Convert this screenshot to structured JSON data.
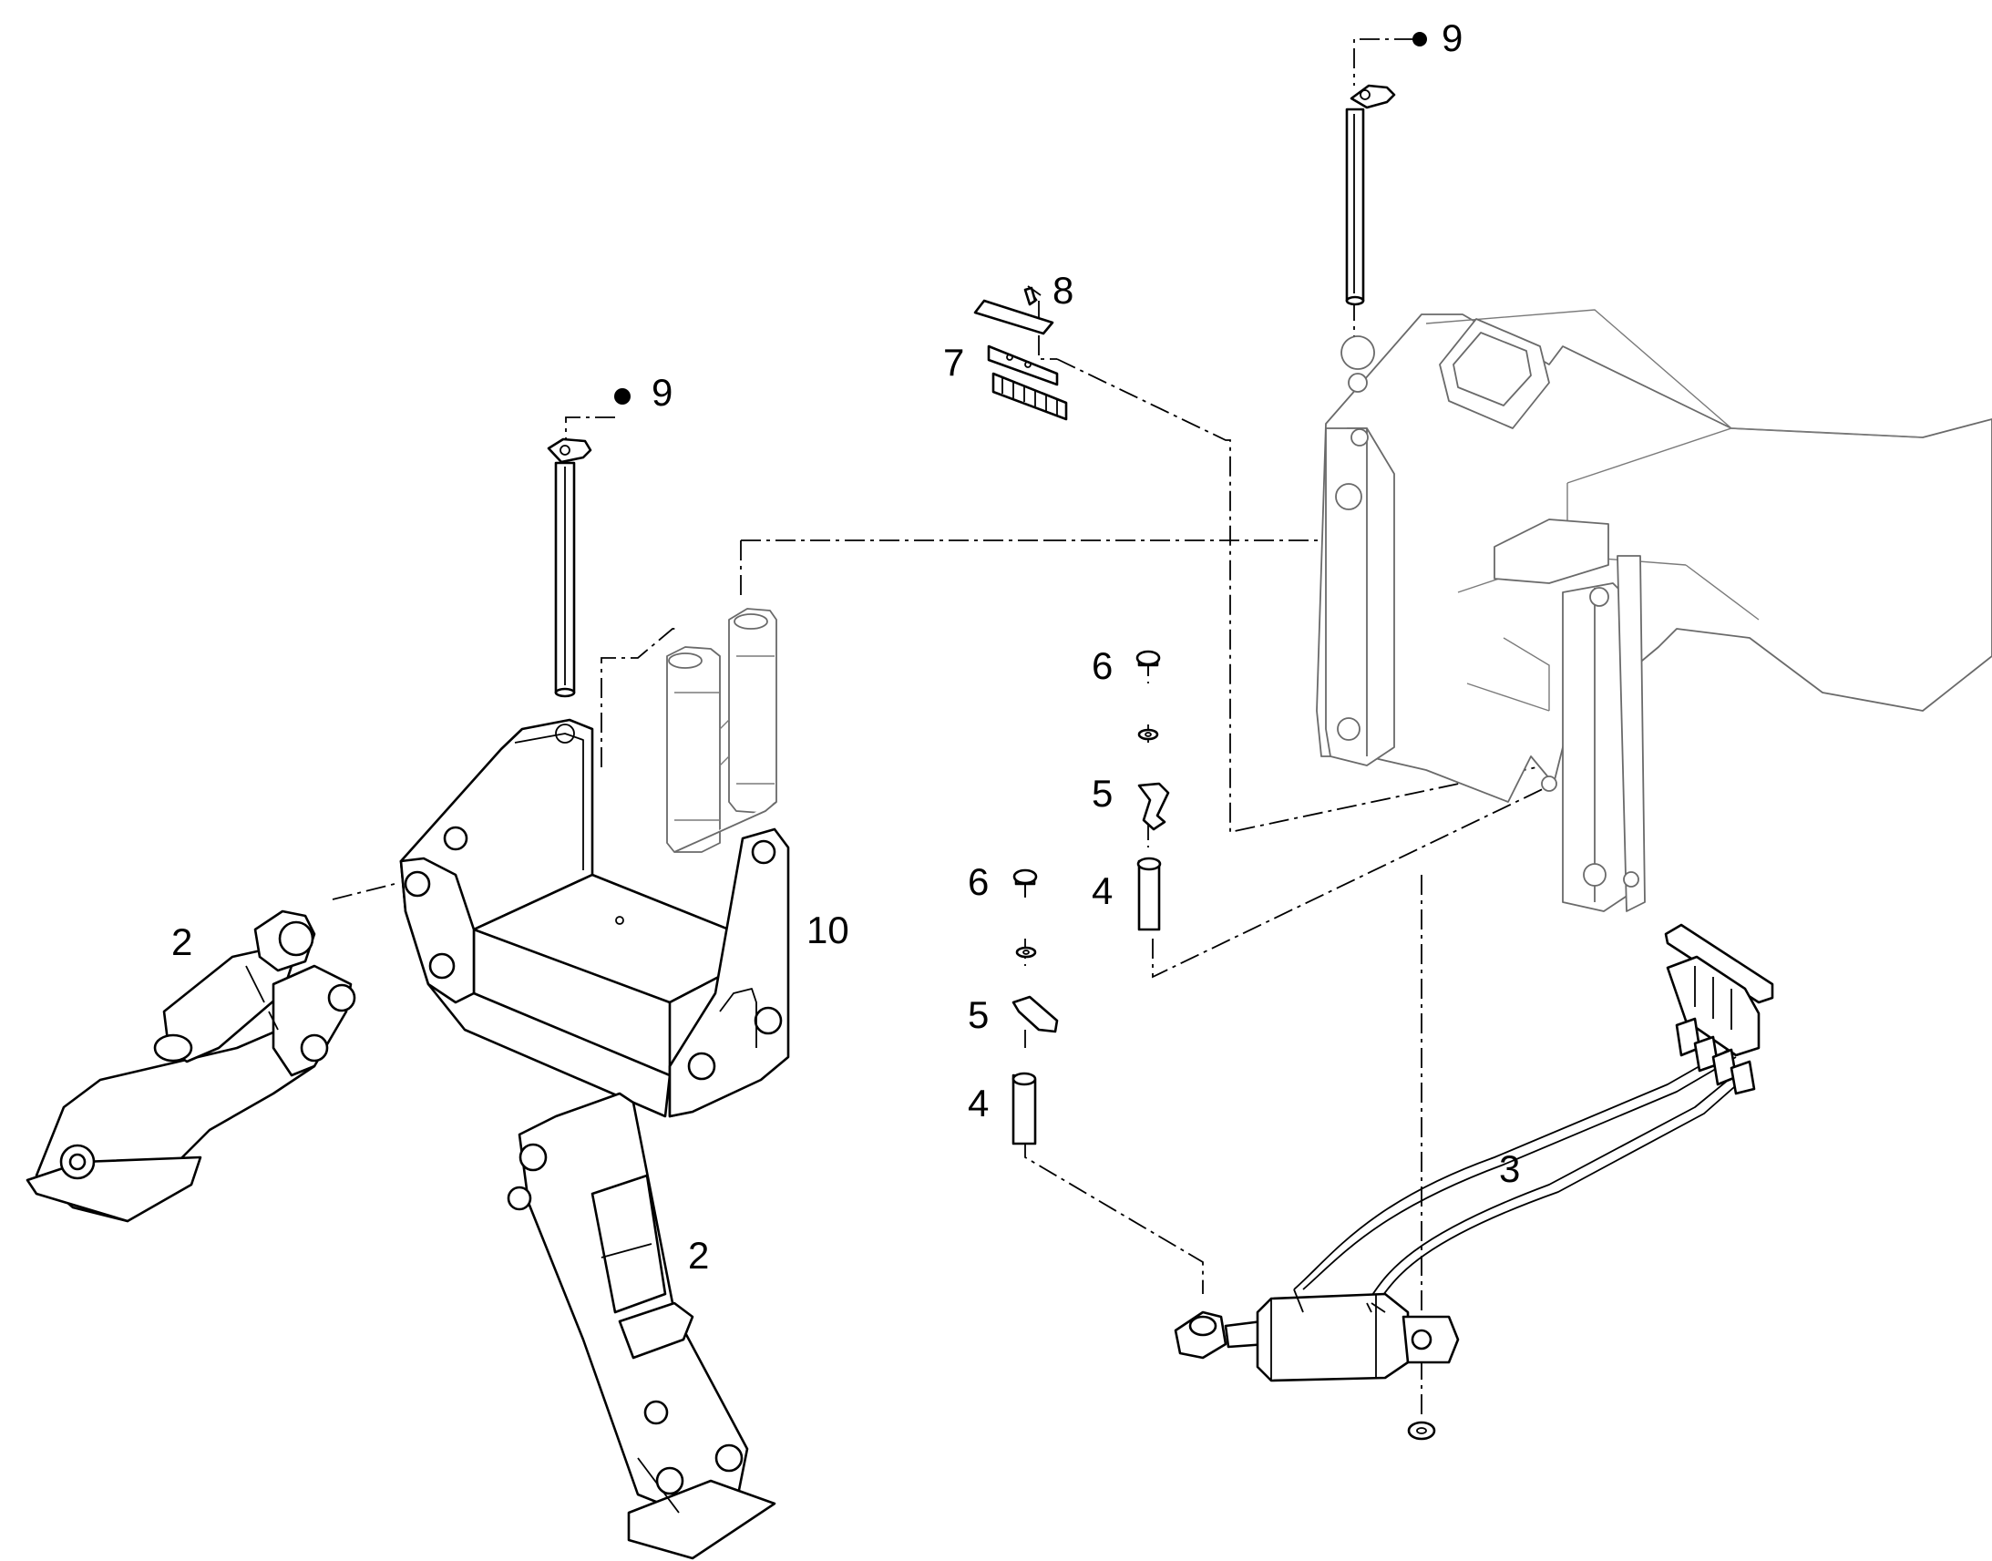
{
  "diagram": {
    "callouts": {
      "c9_top": "9",
      "c8": "8",
      "c7": "7",
      "c9_left": "9",
      "c6_a": "6",
      "c5_a": "5",
      "c4_a": "4",
      "c6_b": "6",
      "c5_b": "5",
      "c4_b": "4",
      "c10": "10",
      "c2_left": "2",
      "c2_bottom": "2",
      "c3": "3"
    },
    "colors": {
      "ink": "#000000",
      "paper": "#ffffff",
      "ghost": "#6a6a6a",
      "shade": "#d9d9d9"
    }
  }
}
